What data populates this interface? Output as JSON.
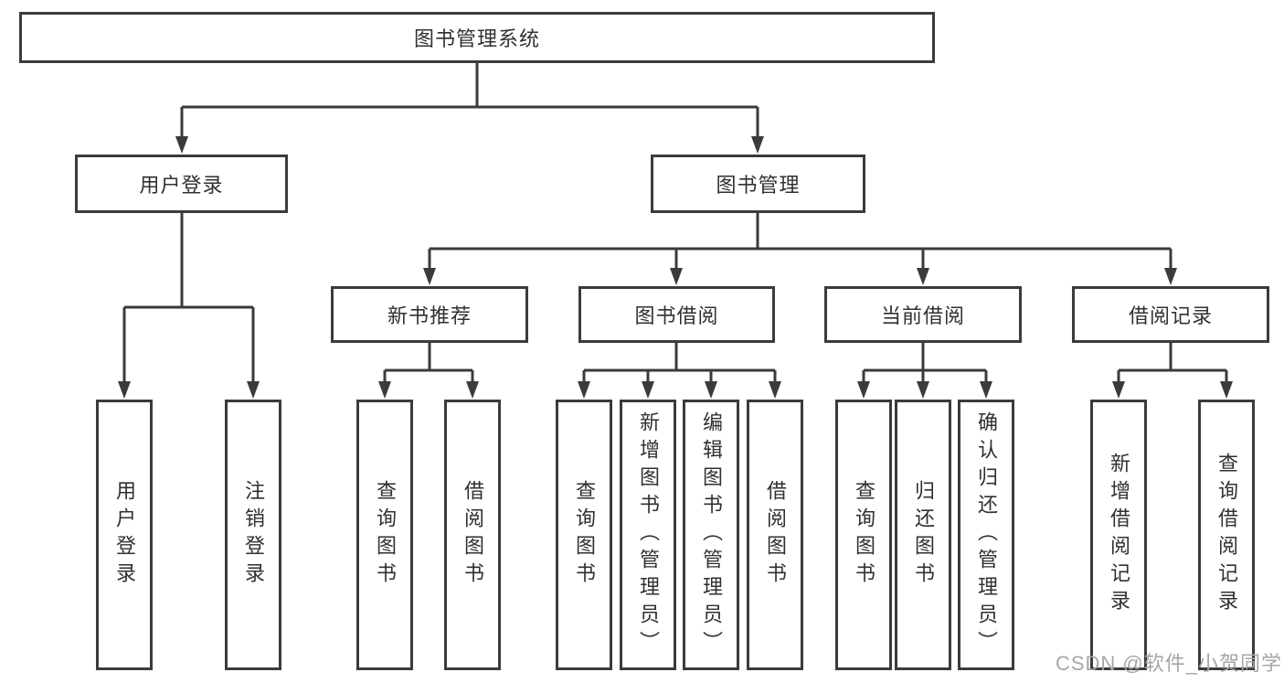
{
  "colors": {
    "line": "#3b3b3b",
    "text": "#303030",
    "background": "#ffffff",
    "watermark": "#a6a6a6"
  },
  "tree": {
    "root": {
      "label": "图书管理系统"
    },
    "branches": [
      {
        "label": "用户登录",
        "children": [
          {
            "label": "用户登录"
          },
          {
            "label": "注销登录"
          }
        ]
      },
      {
        "label": "图书管理",
        "children": [
          {
            "label": "新书推荐",
            "children": [
              {
                "label": "查询图书"
              },
              {
                "label": "借阅图书"
              }
            ]
          },
          {
            "label": "图书借阅",
            "children": [
              {
                "label": "查询图书"
              },
              {
                "label": "新增图书（管理员）"
              },
              {
                "label": "编辑图书（管理员）"
              },
              {
                "label": "借阅图书"
              }
            ]
          },
          {
            "label": "当前借阅",
            "children": [
              {
                "label": "查询图书"
              },
              {
                "label": "归还图书"
              },
              {
                "label": "确认归还（管理员）"
              }
            ]
          },
          {
            "label": "借阅记录",
            "children": [
              {
                "label": "新增借阅记录"
              },
              {
                "label": "查询借阅记录"
              }
            ]
          }
        ]
      }
    ]
  },
  "watermark": {
    "text": "CSDN @软件_小贺同学"
  }
}
